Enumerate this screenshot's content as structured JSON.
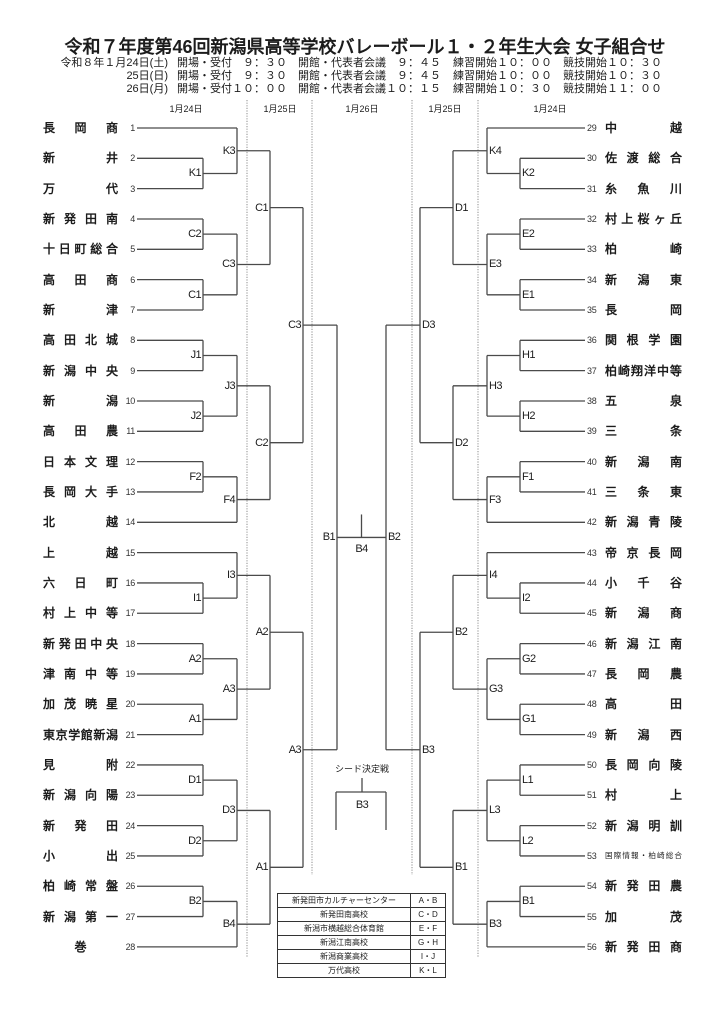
{
  "title": "令和７年度第46回新潟県高等学校バレーボール１・２年生大会 女子組合せ",
  "schedule": [
    {
      "date": "令和８年１月24日(土)",
      "items": [
        {
          "label": "開場・受付",
          "time": "９：３０"
        },
        {
          "label": "開館・代表者会議",
          "time": "９：４５"
        },
        {
          "label": "練習開始",
          "time": "１０：００"
        },
        {
          "label": "競技開始",
          "time": "１０：３０"
        }
      ]
    },
    {
      "date": "25日(日)",
      "items": [
        {
          "label": "開場・受付",
          "time": "９：３０"
        },
        {
          "label": "開館・代表者会議",
          "time": "９：４５"
        },
        {
          "label": "練習開始",
          "time": "１０：００"
        },
        {
          "label": "競技開始",
          "time": "１０：３０"
        }
      ]
    },
    {
      "date": "26日(月)",
      "items": [
        {
          "label": "開場・受付",
          "time": "１０：００"
        },
        {
          "label": "開館・代表者会議",
          "time": "１０：１５"
        },
        {
          "label": "練習開始",
          "time": "１０：３０"
        },
        {
          "label": "競技開始",
          "time": "１１：００"
        }
      ]
    }
  ],
  "day_headers": [
    "1月24日",
    "1月25日",
    "1月26日",
    "1月25日",
    "1月24日"
  ],
  "left_teams": [
    {
      "no": 1,
      "name": "長岡商"
    },
    {
      "no": 2,
      "name": "新井"
    },
    {
      "no": 3,
      "name": "万代"
    },
    {
      "no": 4,
      "name": "新発田南"
    },
    {
      "no": 5,
      "name": "十日町総合"
    },
    {
      "no": 6,
      "name": "高田商"
    },
    {
      "no": 7,
      "name": "新津"
    },
    {
      "no": 8,
      "name": "高田北城"
    },
    {
      "no": 9,
      "name": "新潟中央"
    },
    {
      "no": 10,
      "name": "新潟"
    },
    {
      "no": 11,
      "name": "高田農"
    },
    {
      "no": 12,
      "name": "日本文理"
    },
    {
      "no": 13,
      "name": "長岡大手"
    },
    {
      "no": 14,
      "name": "北越"
    },
    {
      "no": 15,
      "name": "上越"
    },
    {
      "no": 16,
      "name": "六日町"
    },
    {
      "no": 17,
      "name": "村上中等"
    },
    {
      "no": 18,
      "name": "新発田中央"
    },
    {
      "no": 19,
      "name": "津南中等"
    },
    {
      "no": 20,
      "name": "加茂暁星"
    },
    {
      "no": 21,
      "name": "東京学館新潟"
    },
    {
      "no": 22,
      "name": "見附"
    },
    {
      "no": 23,
      "name": "新潟向陽"
    },
    {
      "no": 24,
      "name": "新発田"
    },
    {
      "no": 25,
      "name": "小出"
    },
    {
      "no": 26,
      "name": "柏崎常盤"
    },
    {
      "no": 27,
      "name": "新潟第一"
    },
    {
      "no": 28,
      "name": "巻"
    }
  ],
  "right_teams": [
    {
      "no": 29,
      "name": "中越"
    },
    {
      "no": 30,
      "name": "佐渡総合"
    },
    {
      "no": 31,
      "name": "糸魚川"
    },
    {
      "no": 32,
      "name": "村上桜ヶ丘"
    },
    {
      "no": 33,
      "name": "柏崎"
    },
    {
      "no": 34,
      "name": "新潟東"
    },
    {
      "no": 35,
      "name": "長岡"
    },
    {
      "no": 36,
      "name": "関根学園"
    },
    {
      "no": 37,
      "name": "柏崎翔洋中等"
    },
    {
      "no": 38,
      "name": "五泉"
    },
    {
      "no": 39,
      "name": "三条"
    },
    {
      "no": 40,
      "name": "新潟南"
    },
    {
      "no": 41,
      "name": "三条東"
    },
    {
      "no": 42,
      "name": "新潟青陵"
    },
    {
      "no": 43,
      "name": "帝京長岡"
    },
    {
      "no": 44,
      "name": "小千谷"
    },
    {
      "no": 45,
      "name": "新潟商"
    },
    {
      "no": 46,
      "name": "新潟江南"
    },
    {
      "no": 47,
      "name": "長岡農"
    },
    {
      "no": 48,
      "name": "高田"
    },
    {
      "no": 49,
      "name": "新潟西"
    },
    {
      "no": 50,
      "name": "長岡向陵"
    },
    {
      "no": 51,
      "name": "村上"
    },
    {
      "no": 52,
      "name": "新潟明訓"
    },
    {
      "no": 53,
      "name": "国際情報・柏崎総合"
    },
    {
      "no": 54,
      "name": "新発田農"
    },
    {
      "no": 55,
      "name": "加茂"
    },
    {
      "no": 56,
      "name": "新発田商"
    }
  ],
  "left_matches": [
    {
      "id": "LK1",
      "label": "K1",
      "a": 2,
      "b": 3
    },
    {
      "id": "LK3",
      "label": "K3",
      "a": 1,
      "b": "LK1"
    },
    {
      "id": "LC2a",
      "label": "C2",
      "a": 4,
      "b": 5
    },
    {
      "id": "LC1a",
      "label": "C1",
      "a": 6,
      "b": 7
    },
    {
      "id": "LC3a",
      "label": "C3",
      "a": "LC2a",
      "b": "LC1a"
    },
    {
      "id": "LC1",
      "label": "C1",
      "a": "LK3",
      "b": "LC3a"
    },
    {
      "id": "LJ1",
      "label": "J1",
      "a": 8,
      "b": 9
    },
    {
      "id": "LJ2",
      "label": "J2",
      "a": 10,
      "b": 11
    },
    {
      "id": "LJ3",
      "label": "J3",
      "a": "LJ1",
      "b": "LJ2"
    },
    {
      "id": "LF2",
      "label": "F2",
      "a": 12,
      "b": 13
    },
    {
      "id": "LF4",
      "label": "F4",
      "a": "LF2",
      "b": 14
    },
    {
      "id": "LC2",
      "label": "C2",
      "a": "LJ3",
      "b": "LF4"
    },
    {
      "id": "LC3",
      "label": "C3",
      "a": "LC1",
      "b": "LC2"
    },
    {
      "id": "LI1",
      "label": "I1",
      "a": 16,
      "b": 17
    },
    {
      "id": "LI3",
      "label": "I3",
      "a": 15,
      "b": "LI1"
    },
    {
      "id": "LA2a",
      "label": "A2",
      "a": 18,
      "b": 19
    },
    {
      "id": "LA1a",
      "label": "A1",
      "a": 20,
      "b": 21
    },
    {
      "id": "LA3a",
      "label": "A3",
      "a": "LA2a",
      "b": "LA1a"
    },
    {
      "id": "LA2",
      "label": "A2",
      "a": "LI3",
      "b": "LA3a"
    },
    {
      "id": "LD1",
      "label": "D1",
      "a": 22,
      "b": 23
    },
    {
      "id": "LD2",
      "label": "D2",
      "a": 24,
      "b": 25
    },
    {
      "id": "LD3",
      "label": "D3",
      "a": "LD1",
      "b": "LD2"
    },
    {
      "id": "LB2",
      "label": "B2",
      "a": 26,
      "b": 27
    },
    {
      "id": "LB4",
      "label": "B4",
      "a": "LB2",
      "b": 28
    },
    {
      "id": "LA1",
      "label": "A1",
      "a": "LD3",
      "b": "LB4"
    },
    {
      "id": "LA3",
      "label": "A3",
      "a": "LA2",
      "b": "LA1"
    },
    {
      "id": "LB1",
      "label": "B1",
      "a": "LC3",
      "b": "LA3"
    }
  ],
  "right_matches": [
    {
      "id": "RK2",
      "label": "K2",
      "a": 30,
      "b": 31
    },
    {
      "id": "RK4",
      "label": "K4",
      "a": 29,
      "b": "RK2"
    },
    {
      "id": "RE2",
      "label": "E2",
      "a": 32,
      "b": 33
    },
    {
      "id": "RE1",
      "label": "E1",
      "a": 34,
      "b": 35
    },
    {
      "id": "RE3",
      "label": "E3",
      "a": "RE2",
      "b": "RE1"
    },
    {
      "id": "RD1",
      "label": "D1",
      "a": "RK4",
      "b": "RE3"
    },
    {
      "id": "RH1",
      "label": "H1",
      "a": 36,
      "b": 37
    },
    {
      "id": "RH2",
      "label": "H2",
      "a": 38,
      "b": 39
    },
    {
      "id": "RH3",
      "label": "H3",
      "a": "RH1",
      "b": "RH2"
    },
    {
      "id": "RF1",
      "label": "F1",
      "a": 40,
      "b": 41
    },
    {
      "id": "RF3",
      "label": "F3",
      "a": "RF1",
      "b": 42
    },
    {
      "id": "RD2",
      "label": "D2",
      "a": "RH3",
      "b": "RF3"
    },
    {
      "id": "RD3",
      "label": "D3",
      "a": "RD1",
      "b": "RD2"
    },
    {
      "id": "RI2",
      "label": "I2",
      "a": 44,
      "b": 45
    },
    {
      "id": "RI4",
      "label": "I4",
      "a": 43,
      "b": "RI2"
    },
    {
      "id": "RG2",
      "label": "G2",
      "a": 46,
      "b": 47
    },
    {
      "id": "RG1",
      "label": "G1",
      "a": 48,
      "b": 49
    },
    {
      "id": "RG3",
      "label": "G3",
      "a": "RG2",
      "b": "RG1"
    },
    {
      "id": "RB2a",
      "label": "B2",
      "a": "RI4",
      "b": "RG3"
    },
    {
      "id": "RL1",
      "label": "L1",
      "a": 50,
      "b": 51
    },
    {
      "id": "RL2",
      "label": "L2",
      "a": 52,
      "b": 53
    },
    {
      "id": "RL3",
      "label": "L3",
      "a": "RL1",
      "b": "RL2"
    },
    {
      "id": "RB1a",
      "label": "B1",
      "a": 54,
      "b": 55
    },
    {
      "id": "RB3a",
      "label": "B3",
      "a": "RB1a",
      "b": 56
    },
    {
      "id": "RB1",
      "label": "B1",
      "a": "RL3",
      "b": "RB3a"
    },
    {
      "id": "RB3",
      "label": "B3",
      "a": "RB2a",
      "b": "RB1"
    },
    {
      "id": "RB2",
      "label": "B2",
      "a": "RD3",
      "b": "RB3"
    }
  ],
  "final_match": {
    "label": "B4",
    "a": "LB1",
    "b": "RB2"
  },
  "seed_match": {
    "caption": "シード決定戦",
    "label": "B3"
  },
  "venues": [
    {
      "name": "新発田市カルチャーセンター",
      "courts": "A・B"
    },
    {
      "name": "新発田南高校",
      "courts": "C・D"
    },
    {
      "name": "新潟市横越総合体育館",
      "courts": "E・F"
    },
    {
      "name": "新潟江南高校",
      "courts": "G・H"
    },
    {
      "name": "新潟商業高校",
      "courts": "I・J"
    },
    {
      "name": "万代高校",
      "courts": "K・L"
    }
  ]
}
